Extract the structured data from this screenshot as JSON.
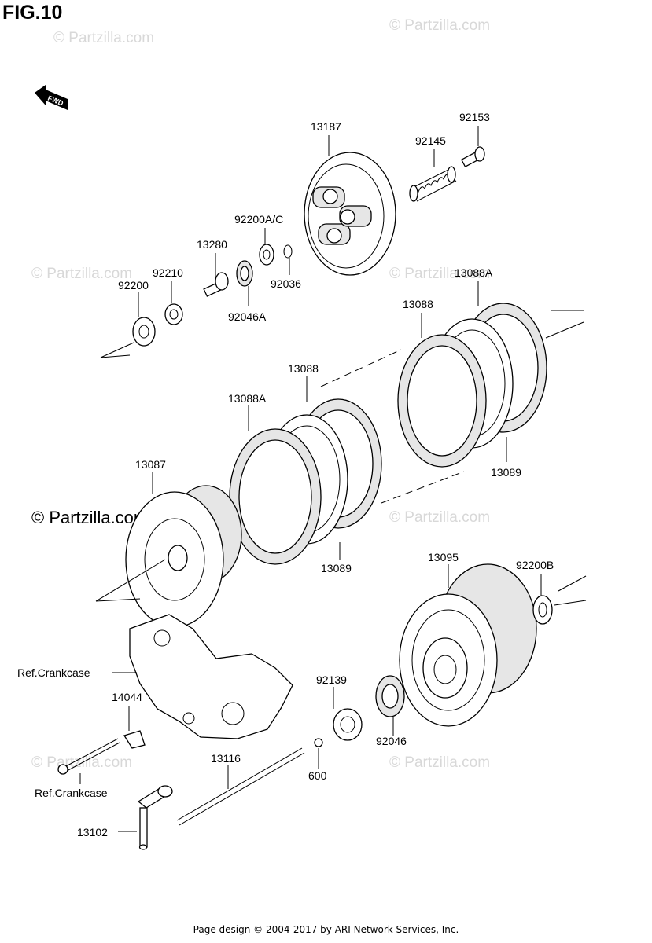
{
  "figure": {
    "title": "FIG.10"
  },
  "watermarks": {
    "text": "© Partzilla.com",
    "strong_text": "© Partzilla.com"
  },
  "fwd_label": "FWD",
  "labels": {
    "p13187": "13187",
    "p92153": "92153",
    "p92145": "92145",
    "p92200ac": "92200A/C",
    "p13280": "13280",
    "p92210": "92210",
    "p92200": "92200",
    "p92036": "92036",
    "p92046a": "92046A",
    "p13088a_top": "13088A",
    "p13088_top": "13088",
    "p13089_right": "13089",
    "p13088_mid": "13088",
    "p13088a_mid": "13088A",
    "p13089_mid": "13089",
    "p13087": "13087",
    "p13095": "13095",
    "p92200b": "92200B",
    "ref_crankcase_1": "Ref.Crankcase",
    "p14044": "14044",
    "p92139": "92139",
    "p92046": "92046",
    "p600": "600",
    "p13116": "13116",
    "ref_crankcase_2": "Ref.Crankcase",
    "p13102": "13102"
  },
  "footer": {
    "text": "Page design © 2004-2017 by ARI Network Services, Inc."
  }
}
